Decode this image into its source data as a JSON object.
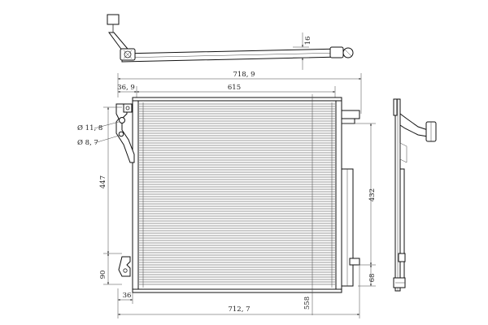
{
  "dimensions": {
    "overall_width": "718, 9",
    "core_width": "615",
    "left_offset": "36, 9",
    "hole_large": "Ø 11, 8",
    "hole_small": "Ø 8, 7",
    "left_height": "447",
    "core_height": "432",
    "bottom_left_height": "90",
    "bottom_right_height": "68",
    "bottom_left_offset": "36",
    "bottom_width": "712, 7",
    "bottom_core_height": "558",
    "top_view_depth": "16"
  }
}
